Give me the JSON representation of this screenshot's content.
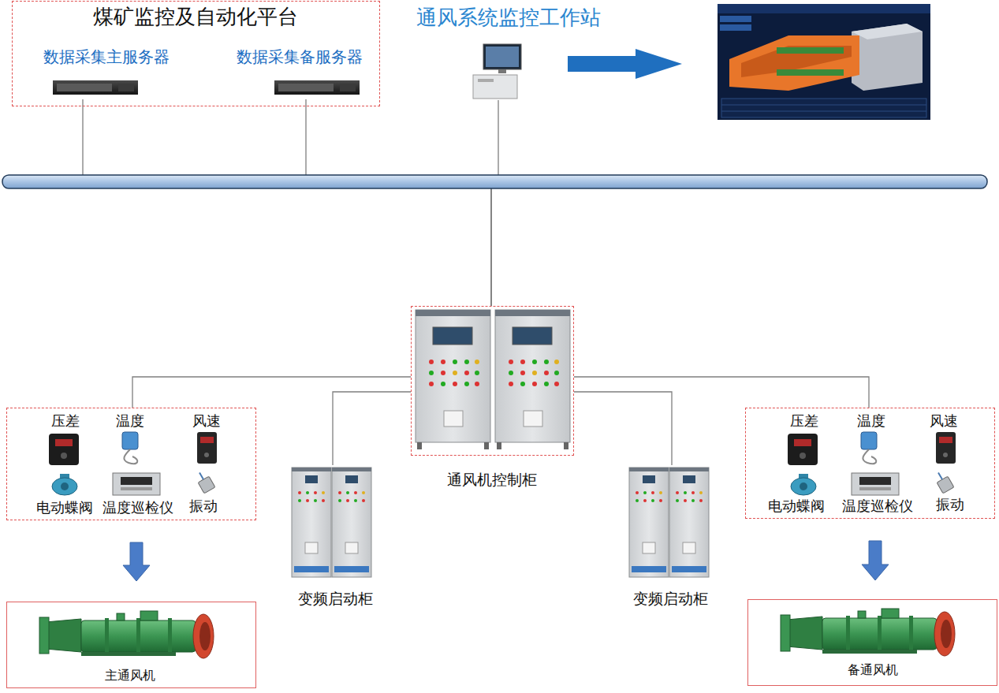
{
  "diagram": {
    "nodes": [
      {
        "text": [
          "煤矿监控及自动化平台"
        ]
      },
      {
        "text": [
          "数据采集主服务器"
        ],
        "in": 0
      },
      {
        "text": [
          "数据采集备服务器"
        ],
        "in": 0
      },
      {
        "text": [
          "通风系统监控工作站"
        ]
      },
      {
        "text": [
          "通风机控制柜"
        ]
      },
      {
        "text": [
          "压差",
          "温度",
          "风速",
          "电动蝶阀",
          "温度巡检仪",
          "振动"
        ]
      },
      {
        "text": [
          "变频启动柜"
        ]
      },
      {
        "text": [
          "变频启动柜"
        ]
      },
      {
        "text": [
          "压差",
          "温度",
          "风速",
          "电动蝶阀",
          "温度巡检仪",
          "振动"
        ]
      },
      {
        "text": [
          "主通风机"
        ]
      },
      {
        "text": [
          "备通风机"
        ]
      }
    ],
    "edges": [
      {
        "from": 1,
        "to": 4,
        "arrow": "none"
      },
      {
        "from": 2,
        "to": 4,
        "arrow": "none"
      },
      {
        "from": 3,
        "to": 4,
        "arrow": "none"
      },
      {
        "from": 4,
        "to": 5,
        "arrow": "none"
      },
      {
        "from": 4,
        "to": 6,
        "arrow": "none"
      },
      {
        "from": 4,
        "to": 7,
        "arrow": "none"
      },
      {
        "from": 4,
        "to": 8,
        "arrow": "none"
      },
      {
        "from": 5,
        "to": 9,
        "arrow": "to"
      },
      {
        "from": 8,
        "to": 10,
        "arrow": "to"
      }
    ]
  }
}
